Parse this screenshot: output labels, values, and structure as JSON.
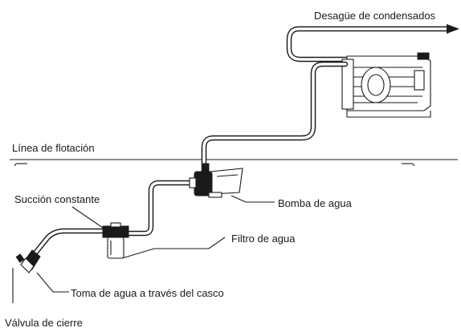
{
  "labels": {
    "drain": "Desagüe de condensados",
    "waterline": "Línea de flotación",
    "constant_suction": "Succión constante",
    "pump": "Bomba de agua",
    "filter": "Filtro de agua",
    "thru_hull": "Toma de agua a través del casco",
    "shutoff_valve": "Válvula de cierre"
  },
  "colors": {
    "line": "#1a1a1a",
    "background": "#ffffff"
  }
}
